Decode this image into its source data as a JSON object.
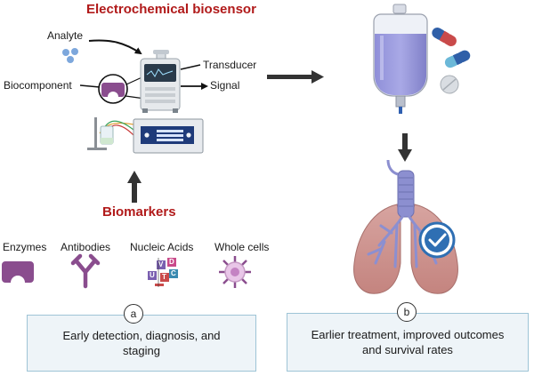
{
  "title": "Electrochemical biosensor",
  "sensor_labels": {
    "analyte": "Analyte",
    "biocomponent": "Biocomponent",
    "transducer": "Transducer",
    "signal": "Signal"
  },
  "biomarkers": {
    "title": "Biomarkers",
    "items": [
      {
        "label": "Enzymes",
        "icon": "enzyme-icon"
      },
      {
        "label": "Antibodies",
        "icon": "antibody-icon"
      },
      {
        "label": "Nucleic Acids",
        "icon": "nucleic-acid-icon"
      },
      {
        "label": "Whole cells",
        "icon": "whole-cell-icon"
      }
    ],
    "nucleotides": [
      "V",
      "D",
      "U",
      "T",
      "C"
    ]
  },
  "panel_a": {
    "marker": "a",
    "text_line1": "Early detection, diagnosis, and",
    "text_line2": "staging"
  },
  "panel_b": {
    "marker": "b",
    "text_line1": "Earlier treatment, improved outcomes",
    "text_line2": "and survival rates"
  },
  "colors": {
    "title_red": "#b11a1a",
    "purple": "#8a4d8e",
    "box_fill": "#eef4f8",
    "box_border": "#9ec4d6",
    "lung": "#c98f8b",
    "trachea": "#8c8fd0",
    "check_blue": "#2f6fb3"
  }
}
